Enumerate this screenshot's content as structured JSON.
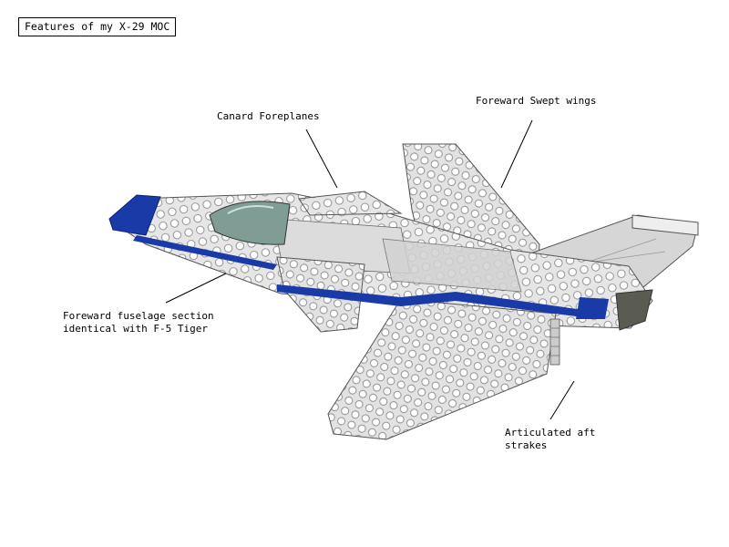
{
  "title": "Features of my X-29 MOC",
  "labels": {
    "canard": "Canard Foreplanes",
    "wings": "Foreward Swept wings",
    "fuselage_line1": "Foreward fuselage section",
    "fuselage_line2": "identical with F-5 Tiger",
    "strakes_line1": "Articulated aft",
    "strakes_line2": "strakes"
  },
  "colors": {
    "brick": "#e6e6e6",
    "brick_dark": "#c8c8c8",
    "stud": "#ffffff",
    "stud_edge": "#8a8a8a",
    "stripe": "#1a3aa8",
    "canopy": "#6f8f88",
    "engine": "#5a5c52"
  }
}
